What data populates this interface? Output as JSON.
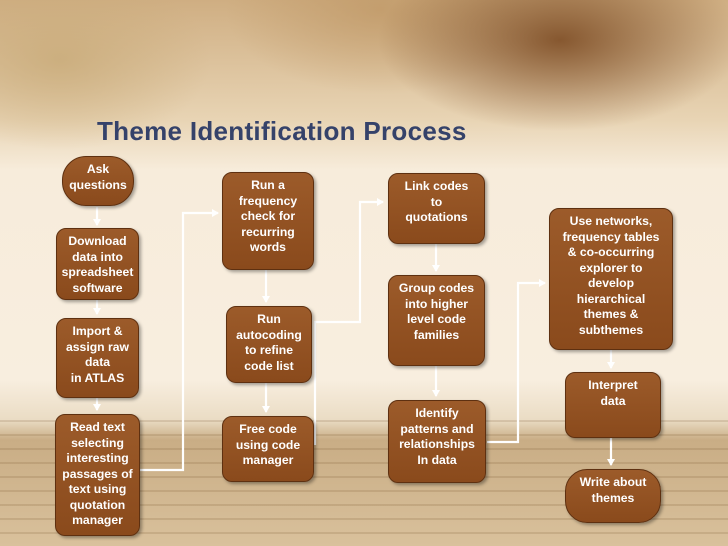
{
  "title": "Theme Identification Process",
  "nodes": {
    "ask_questions": "Ask\nquestions",
    "download_data": "Download\ndata into\nspreadsheet\nsoftware",
    "import_assign": "Import &\nassign raw\ndata\nin ATLAS",
    "read_text": "Read text\nselecting\ninteresting\npassages of\ntext using\nquotation\nmanager",
    "run_frequency": "Run a\nfrequency\ncheck for\nrecurring\nwords",
    "run_autocoding": "Run\nautocoding\nto refine\ncode list",
    "free_code": "Free code\nusing code\nmanager",
    "link_codes": "Link codes\nto\nquotations",
    "group_codes": "Group codes\ninto higher\nlevel code\nfamilies",
    "identify_patterns": "Identify\npatterns and\nrelationships\nIn data",
    "use_networks": "Use networks,\nfrequency tables\n& co-occurring\nexplorer to\ndevelop\nhierarchical\nthemes &\nsubthemes",
    "interpret_data": "Interpret\ndata",
    "write_themes": "Write about\nthemes"
  },
  "colors": {
    "node_fill": "#8f4f21",
    "title": "#35426a",
    "connector": "#ffffff"
  }
}
